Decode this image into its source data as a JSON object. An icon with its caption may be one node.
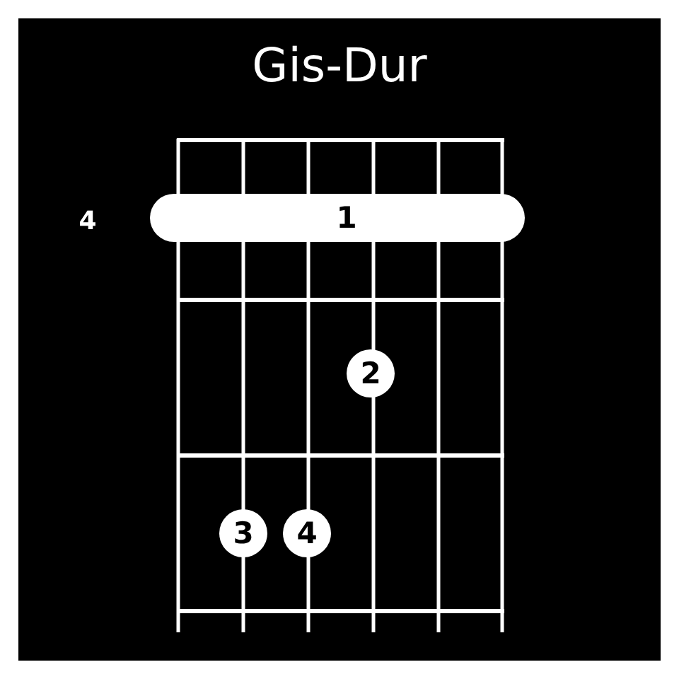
{
  "diagram": {
    "title": "Gis-Dur",
    "nodes": [
      {
        "text": [
          "1"
        ]
      },
      {
        "text": [
          "2"
        ]
      },
      {
        "text": [
          "3"
        ]
      },
      {
        "text": [
          "4"
        ]
      }
    ],
    "labels": [
      "4"
    ]
  }
}
